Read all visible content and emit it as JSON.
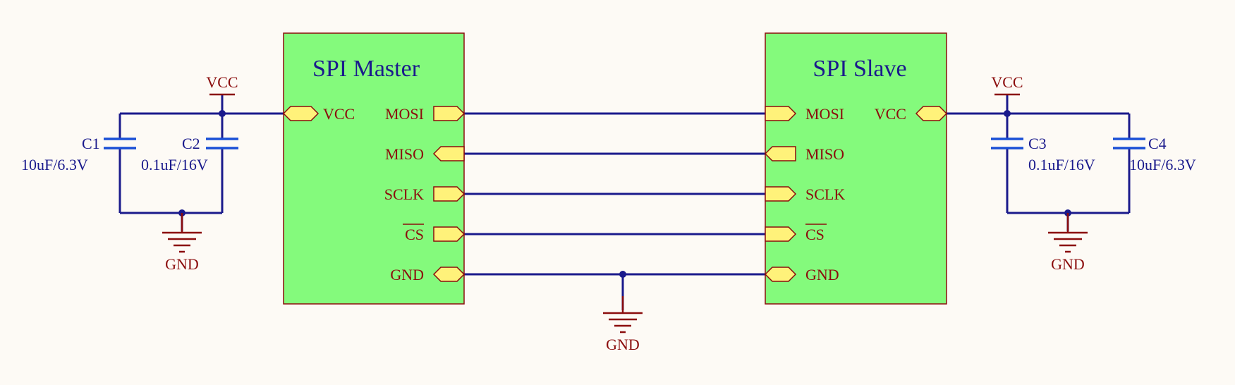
{
  "master": {
    "title": "SPI Master",
    "vcc_pin": "VCC",
    "pins": [
      "MOSI",
      "MISO",
      "SCLK",
      "CS",
      "GND"
    ]
  },
  "slave": {
    "title": "SPI Slave",
    "vcc_pin": "VCC",
    "pins": [
      "MOSI",
      "MISO",
      "SCLK",
      "CS",
      "GND"
    ]
  },
  "power": {
    "vcc_label": "VCC",
    "gnd_label": "GND"
  },
  "capacitors": {
    "c1": {
      "ref": "C1",
      "value": "10uF/6.3V"
    },
    "c2": {
      "ref": "C2",
      "value": "0.1uF/16V"
    },
    "c3": {
      "ref": "C3",
      "value": "0.1uF/16V"
    },
    "c4": {
      "ref": "C4",
      "value": "10uF/6.3V"
    }
  },
  "colors": {
    "wire": "#1a1a8c",
    "power_symbol": "#8b0d0d",
    "capacitor": "#1a4fd6",
    "chip_fill": "#84fa7c",
    "port_fill": "#fff27a",
    "background": "#fdfaf5"
  }
}
